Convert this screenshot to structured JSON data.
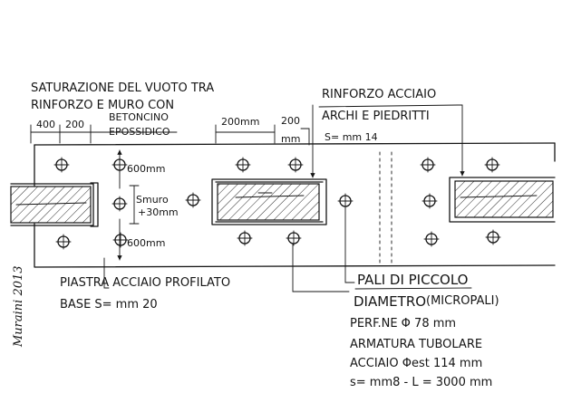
{
  "labels": {
    "saturazione_line1": "SATURAZIONE DEL VUOTO TRA",
    "saturazione_line2": "RINFORZO E MURO CON",
    "betoncino": "BETONCINO",
    "epossidico": "EPOSSIDICO",
    "rinforzo_line1": "RINFORZO ACCIAIO",
    "rinforzo_line2": "ARCHI E PIEDRITTI",
    "rinforzo_thickness": "S= mm 14",
    "dim_400": "400",
    "dim_200": "200",
    "dim_200mm": "200mm",
    "dim_200_right": "200",
    "dim_mm": "mm",
    "dim_600_top": "600mm",
    "dim_600_bottom": "600mm",
    "smuro": "Smuro",
    "smuro_plus": "+30mm",
    "piastra_line1": "PIASTRA ACCIAIO PROFILATO",
    "piastra_line2": "BASE S= mm 20",
    "pali_title": "PALI DI PICCOLO",
    "pali_diametro": "DIAMETRO",
    "pali_micropali": "(MICROPALI)",
    "pali_perf": "PERF.NE Φ 78 mm",
    "pali_armatura": "ARMATURA TUBOLARE",
    "pali_acciaio": "ACCIAIO Φest 114 mm",
    "pali_spessore": "s= mm8  - L = 3000 mm",
    "signature": "Muraini 2013"
  }
}
